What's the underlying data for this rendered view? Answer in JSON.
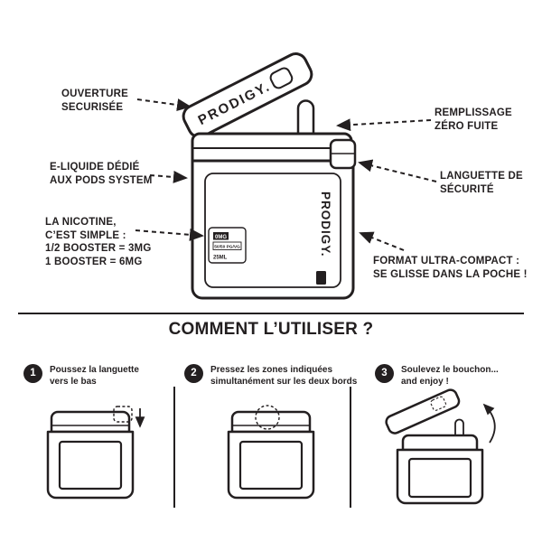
{
  "colors": {
    "ink": "#231f20",
    "background": "#ffffff"
  },
  "diagram": {
    "bottle": {
      "brand_lid": "PRODIGY.",
      "brand_body": "PRODIGY.",
      "label_box": {
        "strength": "0MG",
        "ratio": "50/50 PG/VG",
        "volume": "25ML"
      }
    },
    "callouts": {
      "ouverture": {
        "lines": [
          "OUVERTURE",
          "SECURISÉE"
        ]
      },
      "remplissage": {
        "lines": [
          "REMPLISSAGE",
          "ZÉRO FUITE"
        ]
      },
      "eliquide": {
        "lines": [
          "E-LIQUIDE DÉDIÉ",
          "AUX PODS SYSTEM"
        ]
      },
      "languette": {
        "lines": [
          "LANGUETTE DE",
          "SÉCURITÉ"
        ]
      },
      "nicotine": {
        "lines": [
          "LA NICOTINE,",
          "C’EST SIMPLE :",
          "1/2 BOOSTER = 3MG",
          "1 BOOSTER = 6MG"
        ]
      },
      "format": {
        "lines": [
          "FORMAT ULTRA-COMPACT :",
          "SE GLISSE DANS LA POCHE !"
        ]
      }
    }
  },
  "howto": {
    "title": "COMMENT L’UTILISER ?",
    "steps": [
      {
        "number": "1",
        "lines": [
          "Poussez la languette",
          "vers le bas"
        ]
      },
      {
        "number": "2",
        "lines": [
          "Pressez les zones indiquées",
          "simultanément sur les deux bords"
        ]
      },
      {
        "number": "3",
        "lines": [
          "Soulevez le bouchon...",
          "and enjoy !"
        ]
      }
    ]
  }
}
